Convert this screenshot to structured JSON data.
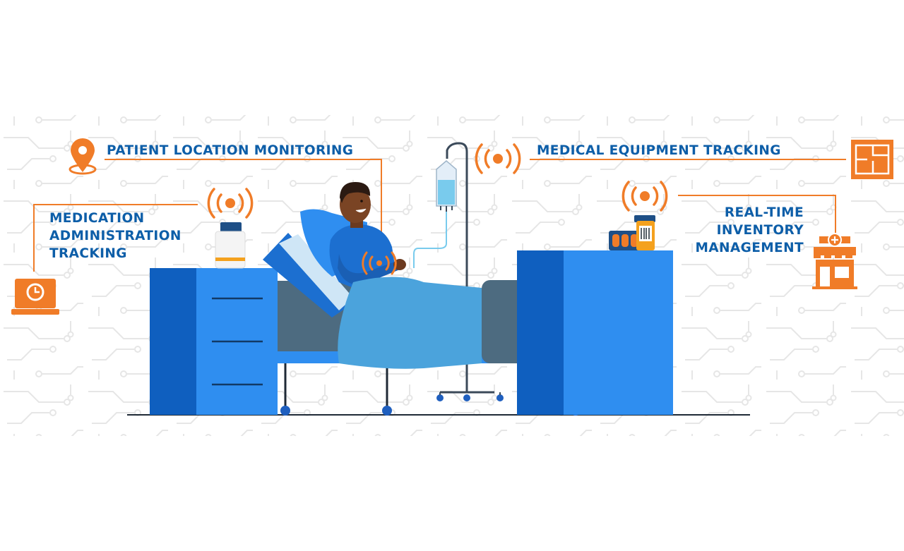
{
  "colors": {
    "accent_orange": "#f07c28",
    "label_blue": "#0d5ea8",
    "cabinet_blue": "#2f8ef0",
    "cabinet_dark": "#0f5fbf",
    "bed_gray": "#4d6b80",
    "blanket_blue": "#4ba3dc",
    "circuit_gray": "#e6e6e6"
  },
  "labels": {
    "patient_location": "PATIENT LOCATION MONITORING",
    "medical_equipment": "MEDICAL EQUIPMENT TRACKING",
    "medication": [
      "MEDICATION",
      "ADMINISTRATION",
      "TRACKING"
    ],
    "inventory": [
      "REAL-TIME",
      "INVENTORY",
      "MANAGEMENT"
    ]
  },
  "icons": {
    "patient_location": "map-pin-icon",
    "medical_equipment": "floor-plan-icon",
    "medication": "laptop-clock-icon",
    "inventory": "pharmacy-store-icon",
    "signal": "rfid-signal-icon"
  }
}
